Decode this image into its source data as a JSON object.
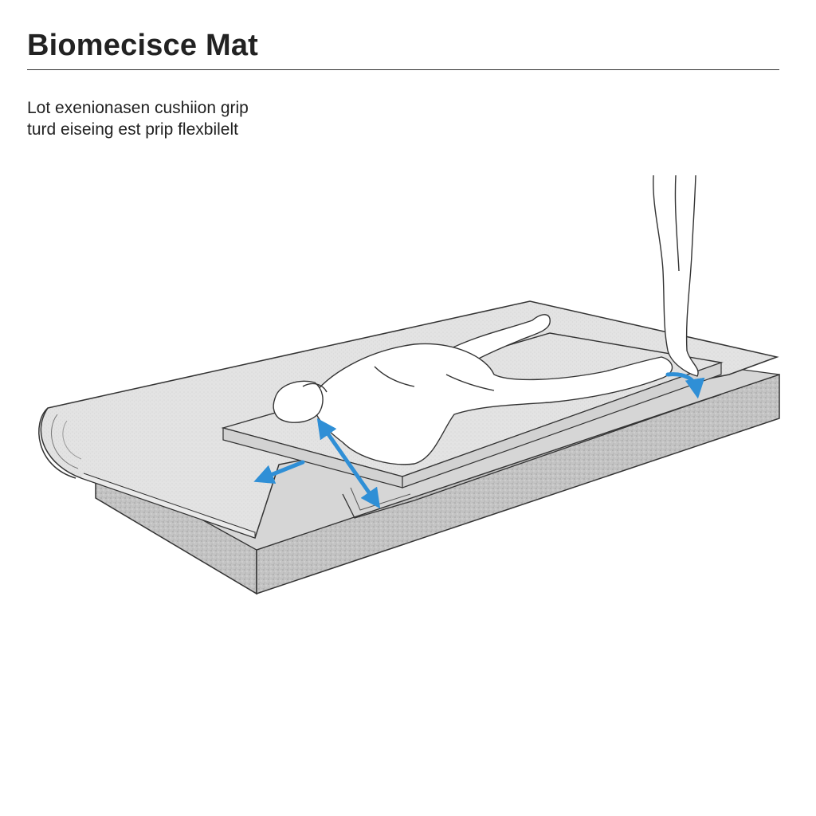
{
  "header": {
    "title": "Biomecisce Mat",
    "subtitle_line1": "Lot exenionasen cushiion grip",
    "subtitle_line2": "turd eiseing est prip flexbilelt"
  },
  "colors": {
    "arrow": "#2f8fd6",
    "foam": "#c9c9c9",
    "surface": "#f1f1f1",
    "line": "#333333"
  },
  "icons": {
    "arrows": "double-headed-stretch-arrow"
  }
}
